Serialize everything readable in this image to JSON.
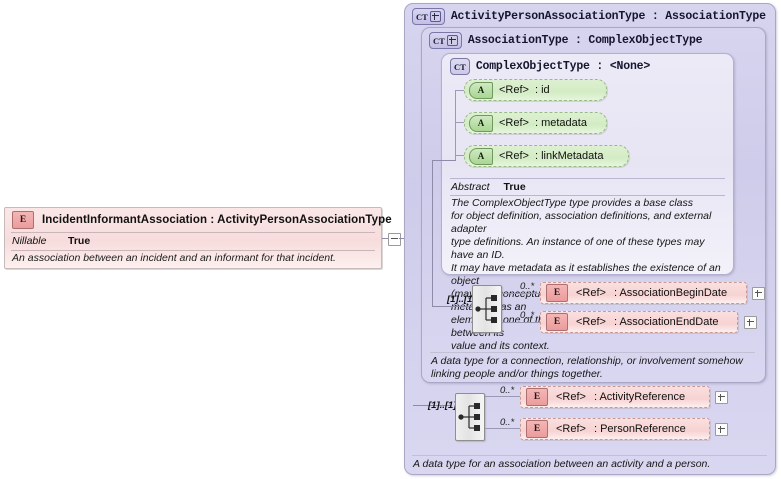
{
  "element_box": {
    "icon": "element-badge-E",
    "badge_label": "E",
    "title": "IncidentInformantAssociation : ActivityPersonAssociationType",
    "properties": [
      {
        "key": "Nillable",
        "value": "True"
      }
    ],
    "documentation": "An association between an incident and an informant for that incident."
  },
  "outer_type": {
    "badge_label": "CT",
    "expandable": "+",
    "title": "ActivityPersonAssociationType : AssociationType",
    "annotation": "A data type for an association between an activity and a person.",
    "sequence": {
      "cardinality": "[1]..[1]",
      "icon": "sequence-compositor-icon",
      "elements": [
        {
          "badge_label": "E",
          "ref": "<Ref>",
          "name": ": ActivityReference",
          "occurs": "0..*",
          "toggle": "+"
        },
        {
          "badge_label": "E",
          "ref": "<Ref>",
          "name": ": PersonReference",
          "occurs": "0..*",
          "toggle": "+"
        }
      ]
    }
  },
  "middle_type": {
    "badge_label": "CT",
    "expandable": "+",
    "title": "AssociationType : ComplexObjectType",
    "annotation": "A data type for a connection, relationship, or involvement somehow linking people and/or things together.",
    "sequence": {
      "cardinality": "[1]..[1]",
      "icon": "sequence-compositor-icon",
      "elements": [
        {
          "badge_label": "E",
          "ref": "<Ref>",
          "name": ": AssociationBeginDate",
          "occurs": "0..*",
          "toggle": "+"
        },
        {
          "badge_label": "E",
          "ref": "<Ref>",
          "name": ": AssociationEndDate",
          "occurs": "0..*",
          "toggle": "+"
        }
      ]
    }
  },
  "inner_type": {
    "badge_label": "CT",
    "title": "ComplexObjectType : <None>",
    "attributes": [
      {
        "badge_label": "A",
        "ref": "<Ref>",
        "name": ": id"
      },
      {
        "badge_label": "A",
        "ref": "<Ref>",
        "name": ": metadata"
      },
      {
        "badge_label": "A",
        "ref": "<Ref>",
        "name": ": linkMetadata"
      }
    ],
    "properties": [
      {
        "key": "Abstract",
        "value": "True"
      }
    ],
    "documentation_lines": [
      "The ComplexObjectType type provides a base class",
      "for object definition, association definitions, and external adapter",
      "type definitions. An instance of one of these types may have an ID.",
      "It may have metadata as it establishes the existence of an object",
      "(maybe a conceptual object). It may also have link metadata, as an",
      "element of one of these types establishes a relationship between its",
      "value and its context."
    ]
  },
  "connector": {
    "collapse_toggle": "-"
  },
  "colors": {
    "element_pink": "#f7d3d3",
    "attribute_green": "#d3ecc4",
    "type_lavender": "#ceccea",
    "inner_lavender": "#e7e5f4",
    "border_purple": "#a9a6c6"
  }
}
